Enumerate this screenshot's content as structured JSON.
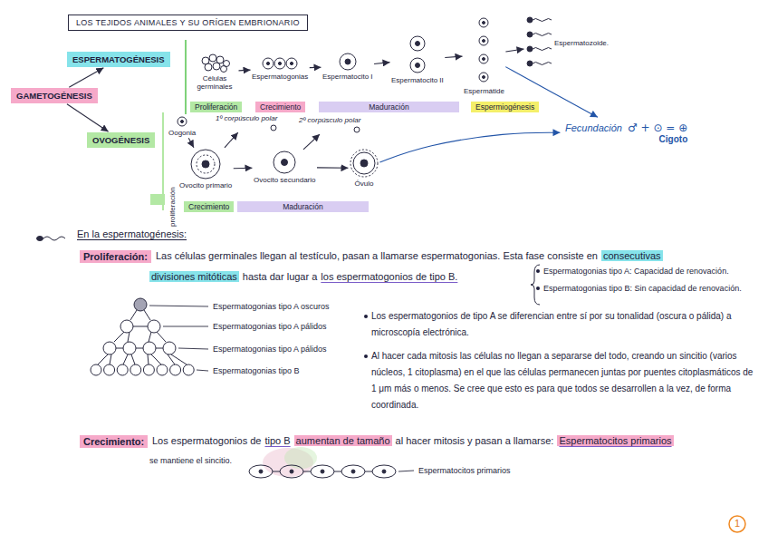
{
  "diagram": {
    "title": "LOS TEJIDOS ANIMALES Y SU ORÍGEN EMBRIONARIO",
    "nodes": [
      {
        "text": [
          "GAMETOGÉNESIS"
        ]
      },
      {
        "text": [
          "ESPERMATOGÉNESIS"
        ]
      },
      {
        "text": [
          "OVOGÉNESIS"
        ]
      },
      {
        "text": [
          "Células germinales"
        ]
      },
      {
        "text": [
          "Espermatogonias"
        ]
      },
      {
        "text": [
          "Espermatocito I"
        ]
      },
      {
        "text": [
          "Espermatocito II"
        ]
      },
      {
        "text": [
          "Espermátide"
        ]
      },
      {
        "text": [
          "Espermatozoide."
        ]
      },
      {
        "text": [
          "Proliferación"
        ]
      },
      {
        "text": [
          "Crecimiento"
        ]
      },
      {
        "text": [
          "Maduración"
        ]
      },
      {
        "text": [
          "Espermiogénesis"
        ]
      },
      {
        "text": [
          "Oogonia"
        ]
      },
      {
        "text": [
          "Ovocito primario"
        ]
      },
      {
        "text": [
          "1º corpúsculo polar"
        ]
      },
      {
        "text": [
          "Ovocito secundario"
        ]
      },
      {
        "text": [
          "2º corpúsculo polar"
        ]
      },
      {
        "text": [
          "Óvulo"
        ]
      },
      {
        "text": [
          "Crecimiento"
        ]
      },
      {
        "text": [
          "Maduración"
        ]
      },
      {
        "text": [
          "Fecundación",
          "♂ + ⊙ = ⊕",
          "Cigoto"
        ]
      },
      {
        "text": [
          "Proliferación:"
        ]
      },
      {
        "text": [
          "Crecimiento:"
        ]
      }
    ],
    "edges": [
      {
        "from": 0,
        "to": 1,
        "arrow": "to"
      },
      {
        "from": 0,
        "to": 2,
        "arrow": "to"
      },
      {
        "from": 3,
        "to": 4,
        "arrow": "to"
      },
      {
        "from": 4,
        "to": 5,
        "arrow": "to"
      },
      {
        "from": 5,
        "to": 6,
        "arrow": "to"
      },
      {
        "from": 6,
        "to": 7,
        "arrow": "to"
      },
      {
        "from": 7,
        "to": 8,
        "arrow": "to"
      },
      {
        "from": 7,
        "to": 21,
        "arrow": "to"
      },
      {
        "from": 13,
        "to": 14,
        "arrow": "to"
      },
      {
        "from": 14,
        "to": 15,
        "arrow": "to"
      },
      {
        "from": 14,
        "to": 16,
        "arrow": "to"
      },
      {
        "from": 16,
        "to": 17,
        "arrow": "to"
      },
      {
        "from": 16,
        "to": 18,
        "arrow": "to"
      },
      {
        "from": 18,
        "to": 21,
        "arrow": "to"
      }
    ],
    "labels": [
      "proliferación",
      "En la espermatogénesis:",
      "Las células germinales llegan al testículo, pasan a llamarse espermatogonias. Esta fase consiste en",
      "consecutivas",
      "divisiones mitóticas",
      "hasta dar lugar a",
      "los espermatogonios de tipo B.",
      "Espermatogonias tipo A: Capacidad de renovación.",
      "Espermatogonias tipo B: Sin capacidad de renovación.",
      "Espermatogonias tipo A oscuros",
      "Espermatogonias tipo A pálidos",
      "Espermatogonias tipo A pálidos",
      "Espermatogonias tipo B",
      "Los espermatogonios de tipo A se diferencian entre sí por su tonalidad (oscura o pálida) a microscopía electrónica.",
      "Al hacer cada mitosis las células no llegan a separarse del todo, creando un sincitio (varios núcleos, 1 citoplasma) en el que las células permanecen juntas por puentes citoplasmáticos de 1 μm más o menos. Se cree que esto es para que todos se desarrollen a la vez, de forma coordinada.",
      "Los espermatogonios de",
      "tipo B",
      "aumentan de tamaño",
      "al hacer mitosis y pasan a llamarse:",
      "Espermatocitos primarios",
      "se mantiene el sincitio.",
      "Espermatocitos primarios",
      "1"
    ]
  }
}
